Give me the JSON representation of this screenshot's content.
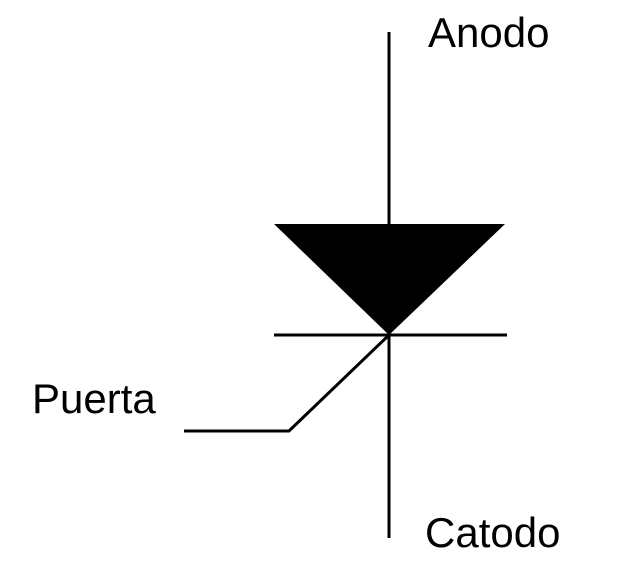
{
  "labels": {
    "anode": "Anodo",
    "gate": "Puerta",
    "cathode": "Catodo"
  }
}
